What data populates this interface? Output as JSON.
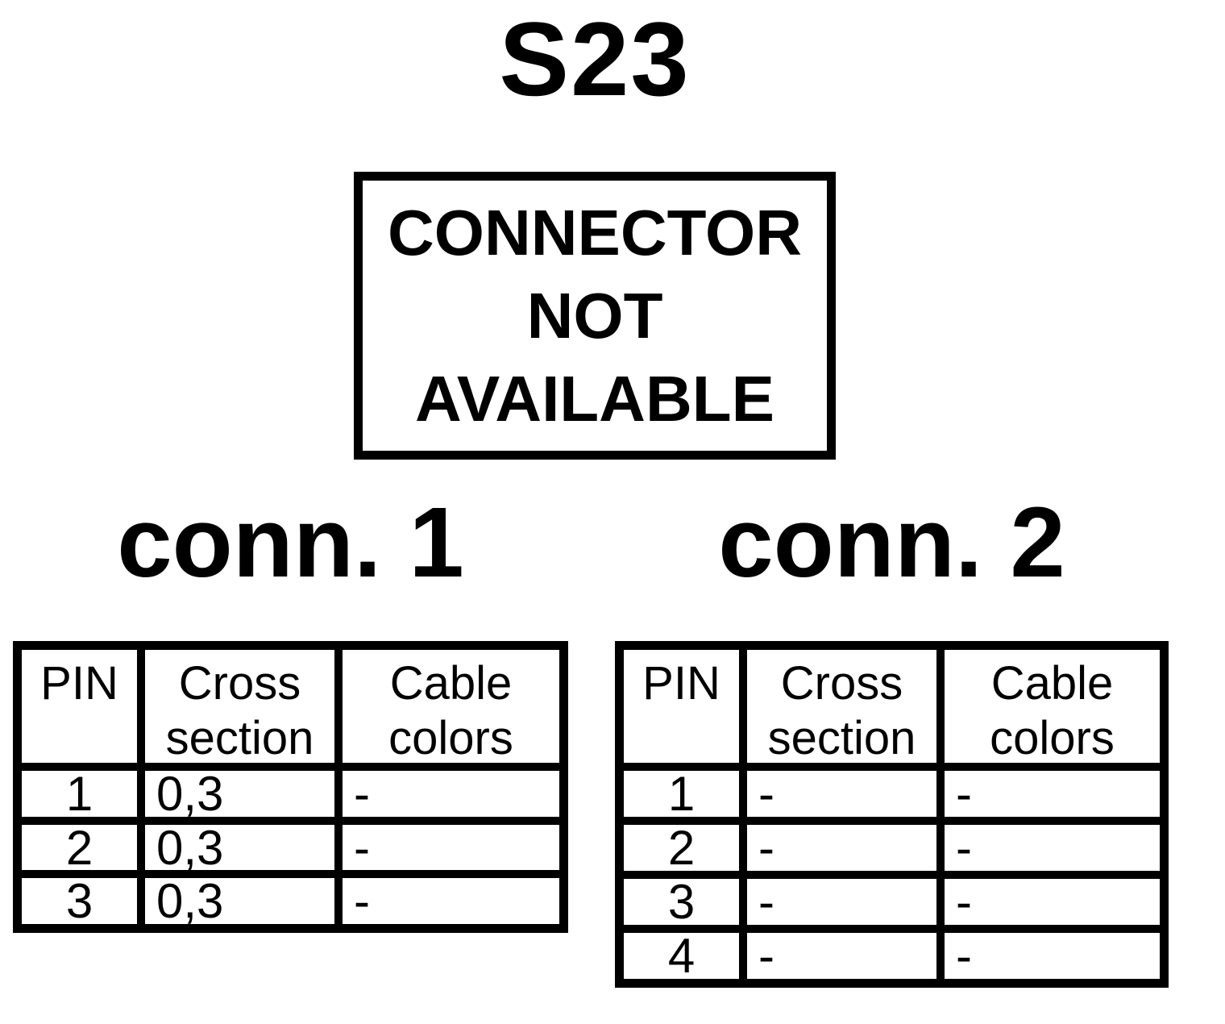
{
  "title": "S23",
  "notice": {
    "lines": [
      "CONNECTOR",
      "NOT",
      "AVAILABLE"
    ]
  },
  "connectors": [
    {
      "heading": "conn. 1",
      "columns": [
        "PIN",
        "Cross section",
        "Cable colors"
      ],
      "rows": [
        {
          "pin": "1",
          "cross_section": "0,3",
          "cable_colors": "-"
        },
        {
          "pin": "2",
          "cross_section": "0,3",
          "cable_colors": "-"
        },
        {
          "pin": "3",
          "cross_section": "0,3",
          "cable_colors": "-"
        }
      ]
    },
    {
      "heading": "conn. 2",
      "columns": [
        "PIN",
        "Cross section",
        "Cable colors"
      ],
      "rows": [
        {
          "pin": "1",
          "cross_section": "-",
          "cable_colors": "-"
        },
        {
          "pin": "2",
          "cross_section": "-",
          "cable_colors": "-"
        },
        {
          "pin": "3",
          "cross_section": "-",
          "cable_colors": "-"
        },
        {
          "pin": "4",
          "cross_section": "-",
          "cable_colors": "-"
        }
      ]
    }
  ],
  "colors": {
    "ink": "#000000",
    "paper": "#ffffff"
  }
}
